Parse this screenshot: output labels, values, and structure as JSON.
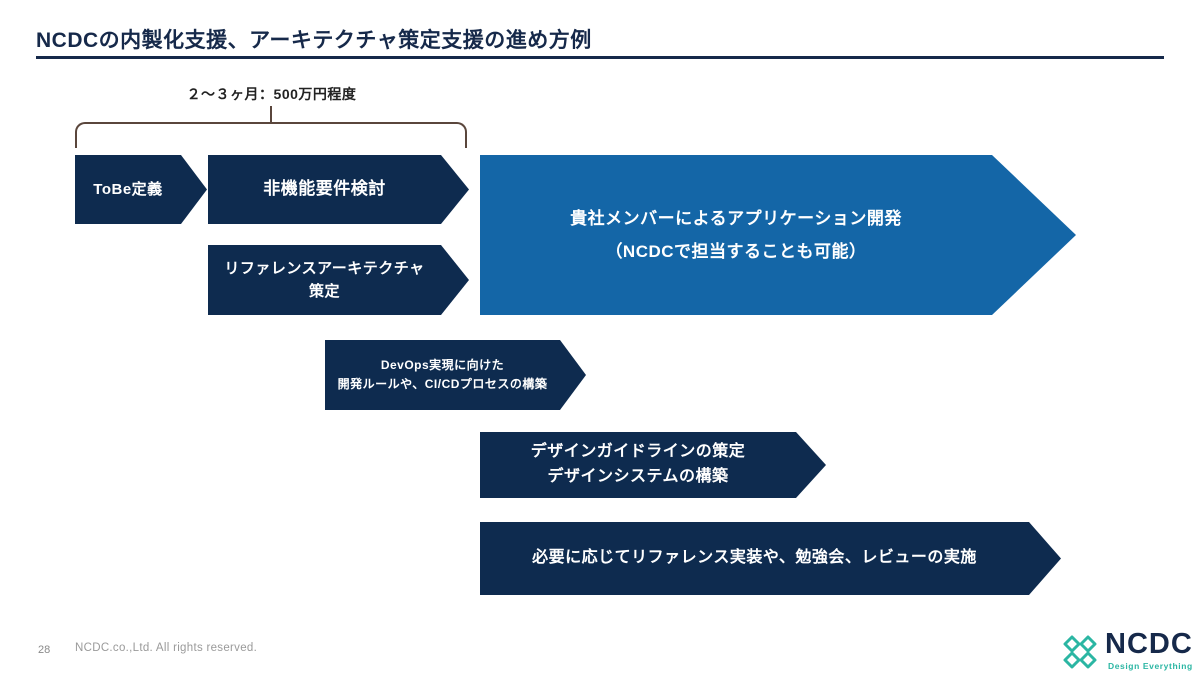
{
  "title": "NCDCの内製化支援、アーキテクチャ策定支援の進め方例",
  "annotation": "２～３ヶ月：500万円程度",
  "arrows": {
    "tobe": {
      "label": "ToBe定義"
    },
    "nonfunctional": {
      "label": "非機能要件検討"
    },
    "app_dev": {
      "line1": "貴社メンバーによるアプリケーション開発",
      "line2": "（NCDCで担当することも可能）"
    },
    "reference_architecture": {
      "line1": "リファレンスアーキテクチャ",
      "line2": "策定"
    },
    "devops": {
      "line1": "DevOps実現に向けた",
      "line2": "開発ルールや、CI/CDプロセスの構築"
    },
    "design": {
      "line1": "デザインガイドラインの策定",
      "line2": "デザインシステムの構築"
    },
    "reference_impl": {
      "label": "必要に応じてリファレンス実装や、勉強会、レビューの実施"
    }
  },
  "footer": {
    "page_number": "28",
    "copyright": "NCDC.co.,Ltd. All rights reserved."
  },
  "logo": {
    "name": "NCDC",
    "tagline": "Design Everything"
  },
  "colors": {
    "navy": "#0e2b4f",
    "blue": "#1466a7",
    "teal": "#2bb6a3",
    "title_navy": "#16294a",
    "bracket_brown": "#5a463c"
  }
}
